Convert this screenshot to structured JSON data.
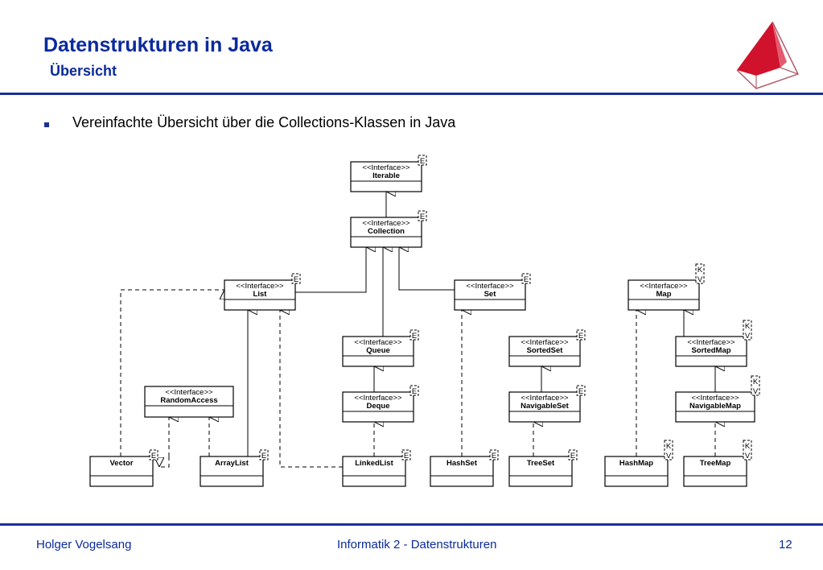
{
  "header": {
    "title": "Datenstrukturen in Java",
    "subtitle": "Übersicht"
  },
  "content": {
    "bullet": "Vereinfachte Übersicht über die Collections-Klassen in Java"
  },
  "diagram": {
    "nodes": [
      {
        "id": "iterable",
        "stereotype": "<<Interface>>",
        "name": "Iterable",
        "params": [
          "E"
        ]
      },
      {
        "id": "collection",
        "stereotype": "<<Interface>>",
        "name": "Collection",
        "params": [
          "E"
        ]
      },
      {
        "id": "list",
        "stereotype": "<<Interface>>",
        "name": "List",
        "params": [
          "E"
        ]
      },
      {
        "id": "set",
        "stereotype": "<<Interface>>",
        "name": "Set",
        "params": [
          "E"
        ]
      },
      {
        "id": "map",
        "stereotype": "<<Interface>>",
        "name": "Map",
        "params": [
          "K",
          "V"
        ]
      },
      {
        "id": "queue",
        "stereotype": "<<Interface>>",
        "name": "Queue",
        "params": [
          "E"
        ]
      },
      {
        "id": "sortedset",
        "stereotype": "<<Interface>>",
        "name": "SortedSet",
        "params": [
          "E"
        ]
      },
      {
        "id": "sortedmap",
        "stereotype": "<<Interface>>",
        "name": "SortedMap",
        "params": [
          "K",
          "V"
        ]
      },
      {
        "id": "randomaccess",
        "stereotype": "<<Interface>>",
        "name": "RandomAccess",
        "params": []
      },
      {
        "id": "deque",
        "stereotype": "<<Interface>>",
        "name": "Deque",
        "params": [
          "E"
        ]
      },
      {
        "id": "navigableset",
        "stereotype": "<<Interface>>",
        "name": "NavigableSet",
        "params": [
          "E"
        ]
      },
      {
        "id": "navigablemap",
        "stereotype": "<<Interface>>",
        "name": "NavigableMap",
        "params": [
          "K",
          "V"
        ]
      },
      {
        "id": "vector",
        "stereotype": "",
        "name": "Vector",
        "params": [
          "E"
        ]
      },
      {
        "id": "arraylist",
        "stereotype": "",
        "name": "ArrayList",
        "params": [
          "E"
        ]
      },
      {
        "id": "linkedlist",
        "stereotype": "",
        "name": "LinkedList",
        "params": [
          "E"
        ]
      },
      {
        "id": "hashset",
        "stereotype": "",
        "name": "HashSet",
        "params": [
          "E"
        ]
      },
      {
        "id": "treeset",
        "stereotype": "",
        "name": "TreeSet",
        "params": [
          "E"
        ]
      },
      {
        "id": "hashmap",
        "stereotype": "",
        "name": "HashMap",
        "params": [
          "K",
          "V"
        ]
      },
      {
        "id": "treemap",
        "stereotype": "",
        "name": "TreeMap",
        "params": [
          "K",
          "V"
        ]
      }
    ]
  },
  "footer": {
    "author": "Holger Vogelsang",
    "course": "Informatik 2 - Datenstrukturen",
    "page": "12"
  },
  "colors": {
    "title": "#0b2a9c",
    "rule": "#1a2f9a",
    "logo": "#d0122c"
  }
}
